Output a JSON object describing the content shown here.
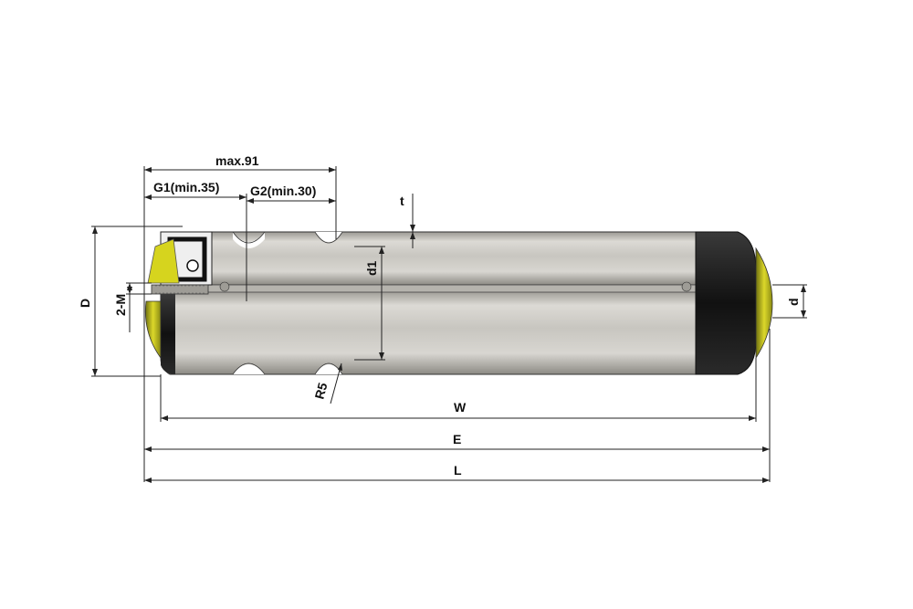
{
  "drawing": {
    "dimensions": {
      "max_length": "max.91",
      "g1": "G1(min.35)",
      "g2": "G2(min.30)",
      "t": "t",
      "d1": "d1",
      "D": "D",
      "two_m": "2-M",
      "d": "d",
      "r5": "R5",
      "W": "W",
      "E": "E",
      "L": "L"
    },
    "colors": {
      "tube": "#c9c6c0",
      "tube_shadow": "#8f8c86",
      "end_cap": "#1e1e1e",
      "bearing_yellow": "#d4d21a",
      "outline": "#222222"
    }
  }
}
